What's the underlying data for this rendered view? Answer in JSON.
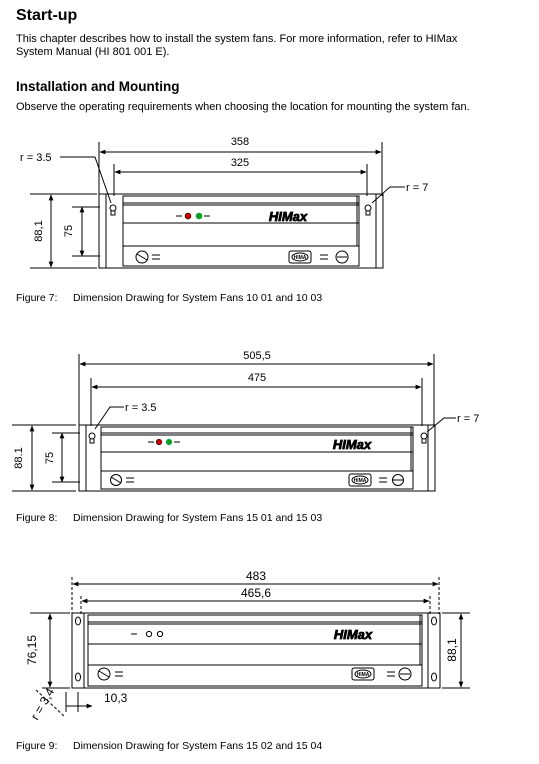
{
  "heading": "Start-up",
  "intro": {
    "line1": "This chapter describes how to install the system fans. For more information, refer to HIMax",
    "line2": "System Manual (HI 801 001 E)."
  },
  "section": {
    "title": "Installation and Mounting",
    "text": "Observe the operating requirements when choosing the location for mounting the system fan."
  },
  "figures": [
    {
      "number": "Figure 7:",
      "caption": "Dimension Drawing for System Fans 10 01 and 10 03",
      "dims": {
        "outer_width": "358",
        "inner_width": "325",
        "radius_left": "r = 3.5",
        "radius_right": "r = 7",
        "height_outer": "88,1",
        "height_inner": "75"
      },
      "brand": "HIMax",
      "logo": "HIMA"
    },
    {
      "number": "Figure 8:",
      "caption": "Dimension Drawing for System Fans 15 01 and 15 03",
      "dims": {
        "outer_width": "505,5",
        "inner_width": "475",
        "radius_left": "r = 3.5",
        "radius_right": "r = 7",
        "height_outer": "88.1",
        "height_inner": "75"
      },
      "brand": "HIMax",
      "logo": "HIMA"
    },
    {
      "number": "Figure 9:",
      "caption": "Dimension Drawing for System Fans 15 02 and 15 04",
      "dims": {
        "outer_width": "483",
        "inner_width": "465,6",
        "height_left": "76,15",
        "height_right": "88,1",
        "radius": "r = 3,4",
        "offset": "10,3"
      },
      "brand": "HIMax",
      "logo": "HIMA"
    }
  ]
}
